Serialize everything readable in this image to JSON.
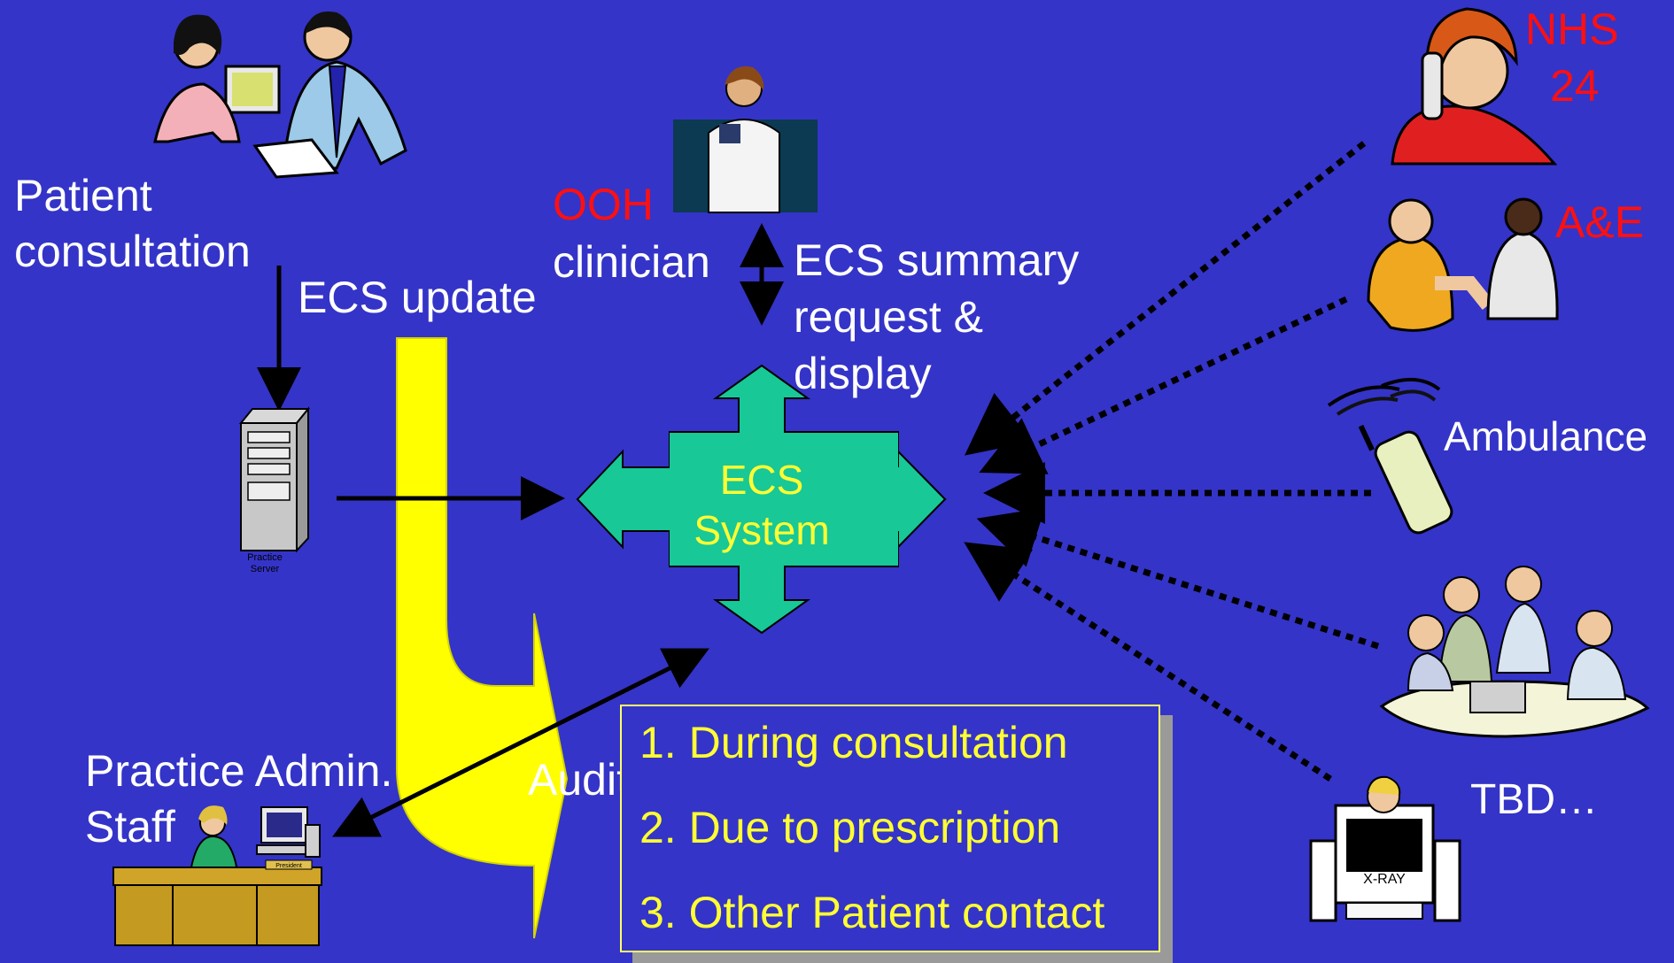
{
  "colors": {
    "background": "#3434c8",
    "accent_yellow": "#ffff33",
    "ecs_shape": "#18c896",
    "highlight_red": "#ff1010",
    "text": "#ffffff"
  },
  "labels": {
    "patient_consultation": [
      "Patient",
      "consultation"
    ],
    "ecs_update": "ECS update",
    "ooh": "OOH",
    "clinician": "clinician",
    "ecs_summary": [
      "ECS summary",
      "request &",
      "display"
    ],
    "ecs_system": [
      "ECS",
      "System"
    ],
    "practice_admin": [
      "Practice Admin.",
      "Staff"
    ],
    "audit_report": "Audit Report",
    "nhs24": [
      "NHS",
      "24"
    ],
    "ae": "A&E",
    "ambulance": "Ambulance",
    "tbd": "TBD…",
    "practice_server": [
      "Practice",
      "Server"
    ],
    "president": "President",
    "xray": "X-RAY"
  },
  "audit_items": [
    "1. During consultation",
    "2. Due to prescription",
    "3. Other Patient contact"
  ],
  "icons": [
    "consultation-icon",
    "doctor-icon",
    "server-icon",
    "admin-desk-icon",
    "phone-operator-icon",
    "blood-pressure-icon",
    "mobile-phone-icon",
    "meeting-icon",
    "xray-icon"
  ]
}
